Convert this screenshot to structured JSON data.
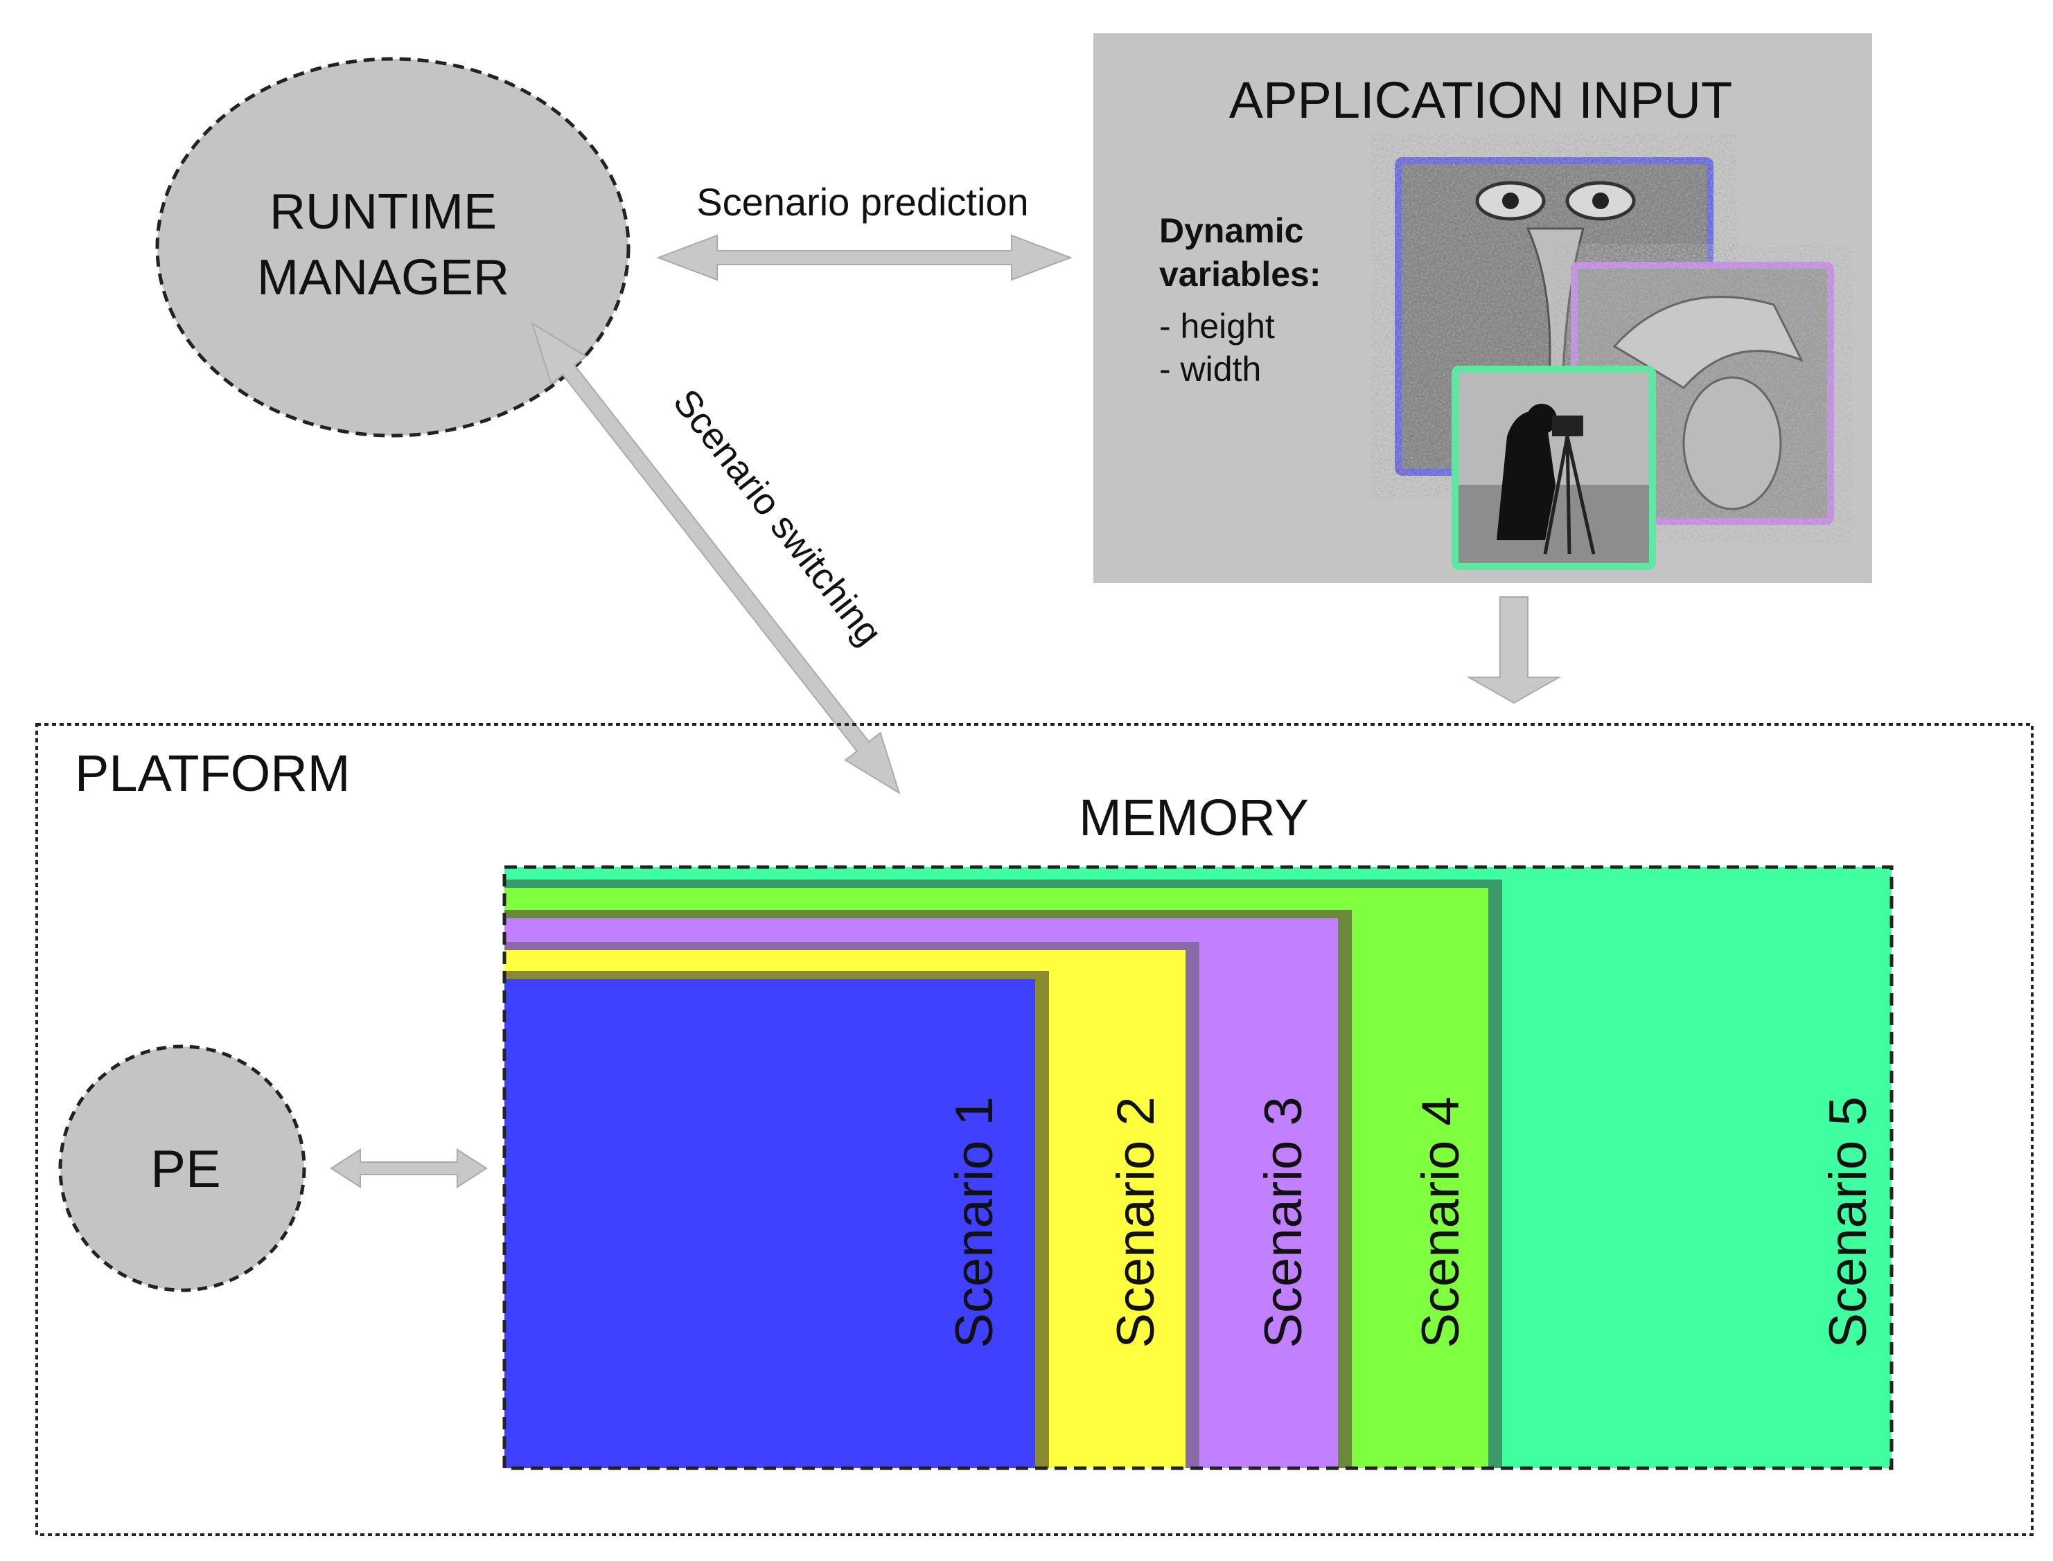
{
  "runtime_manager": {
    "line1": "RUNTIME",
    "line2": "MANAGER"
  },
  "links": {
    "prediction": "Scenario prediction",
    "switching": "Scenario switching"
  },
  "application_input": {
    "title": "APPLICATION INPUT",
    "dynamic_label_1": "Dynamic",
    "dynamic_label_2": "variables:",
    "variables": [
      "- height",
      "- width"
    ],
    "images": [
      {
        "name": "mandrill-image",
        "border_color": "#5a5ae8"
      },
      {
        "name": "lena-image",
        "border_color": "#c58ae8"
      },
      {
        "name": "cameraman-image",
        "border_color": "#5ce8a0"
      }
    ]
  },
  "platform": {
    "title": "PLATFORM",
    "memory_title": "MEMORY",
    "pe_label": "PE",
    "scenarios": [
      {
        "label": "Scenario 1",
        "color": "#4040ff"
      },
      {
        "label": "Scenario 2",
        "color": "#ffff40"
      },
      {
        "label": "Scenario 3",
        "color": "#c080ff"
      },
      {
        "label": "Scenario 4",
        "color": "#80ff40"
      },
      {
        "label": "Scenario 5",
        "color": "#40ffa0"
      }
    ]
  },
  "colors": {
    "node_fill": "#c4c4c4",
    "panel_fill": "#c4c4c4",
    "arrow": "#c8c8c8"
  }
}
